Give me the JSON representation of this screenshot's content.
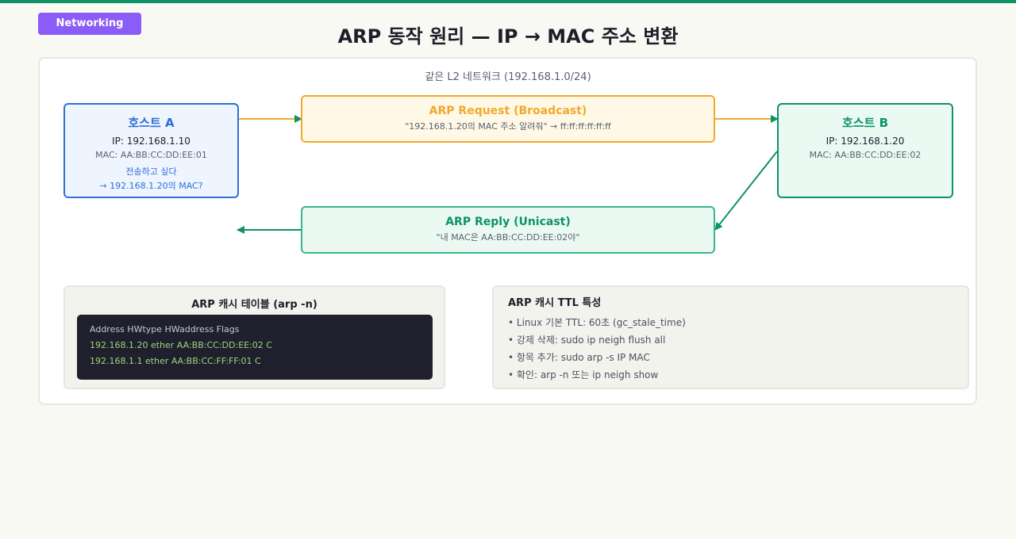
{
  "badge": "Networking",
  "title": "ARP 동작 원리 — IP → MAC 주소 변환",
  "network_label": "같은 L2 네트워크 (192.168.1.0/24)",
  "host_a": {
    "title": "호스트 A",
    "ip": "IP: 192.168.1.10",
    "mac": "MAC: AA:BB:CC:DD:EE:01",
    "note_line1": "전송하고 싶다",
    "note_line2": "→ 192.168.1.20의 MAC?"
  },
  "host_b": {
    "title": "호스트 B",
    "ip": "IP: 192.168.1.20",
    "mac": "MAC: AA:BB:CC:DD:EE:02"
  },
  "request": {
    "title": "ARP Request (Broadcast)",
    "detail": "\"192.168.1.20의 MAC 주소 알려줘\" → ff:ff:ff:ff:ff:ff"
  },
  "reply": {
    "title": "ARP Reply (Unicast)",
    "detail": "\"내 MAC은 AA:BB:CC:DD:EE:02야\""
  },
  "cache_table": {
    "title": "ARP 캐시 테이블 (arp -n)",
    "header": "Address HWtype HWaddress Flags",
    "rows": [
      "192.168.1.20 ether AA:BB:CC:DD:EE:02 C",
      "192.168.1.1 ether AA:BB:CC:FF:FF:01 C"
    ]
  },
  "ttl": {
    "title": "ARP 캐시 TTL 특성",
    "items": [
      "• Linux 기본 TTL: 60초 (gc_stale_time)",
      "• 강제 삭제: sudo ip neigh flush all",
      "• 항목 추가: sudo arp -s IP MAC",
      "• 확인: arp -n 또는 ip neigh show"
    ]
  },
  "colors": {
    "accent_green": "#0e9268",
    "host_a_blue": "#2f6fd6",
    "request_orange": "#f0a92a",
    "badge_purple": "#8b5cf6"
  }
}
